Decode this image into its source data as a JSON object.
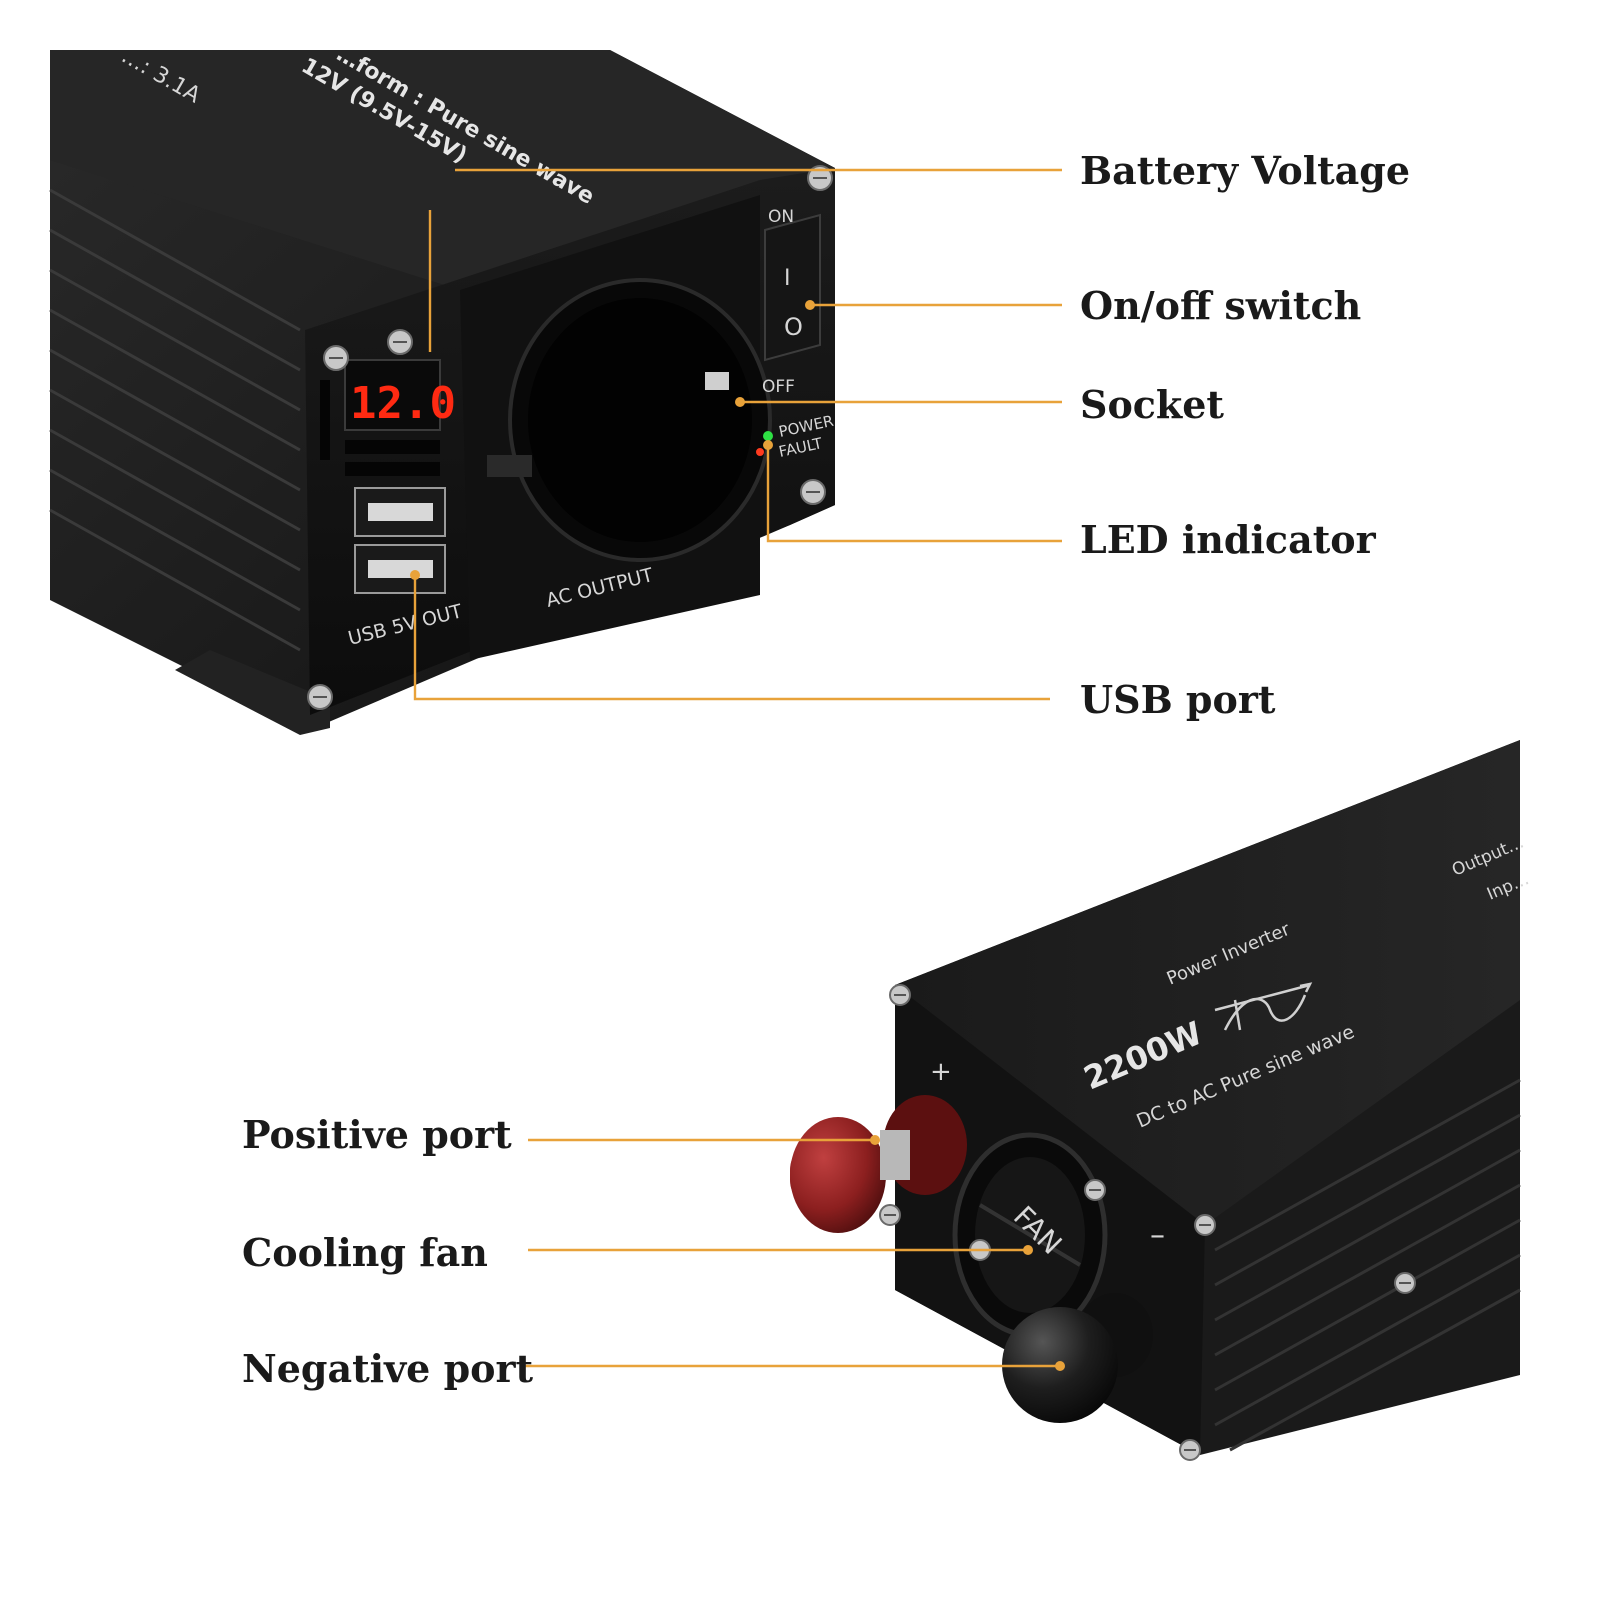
{
  "top_device": {
    "printed_text": {
      "spec_current": "…: 3.1A",
      "spec_waveform": "…form :  Pure sine wave",
      "spec_input": "12V (9.5V-15V)",
      "display_value": "12.0",
      "switch_on": "ON",
      "switch_on_symbol": "I",
      "switch_off_symbol": "O",
      "switch_off": "OFF",
      "led_power": "POWER",
      "led_fault": "FAULT",
      "usb_label": "USB  5V  OUT",
      "ac_label": "AC  OUTPUT"
    },
    "colors": {
      "body": "#1d1d1d",
      "display_digits": "#ff2a12",
      "led_power": "#2ee044",
      "led_fault": "#ff3b1f"
    }
  },
  "bottom_device": {
    "printed_text": {
      "brand_line": "Power Inverter",
      "wattage": "2200W",
      "subtitle": "DC to AC Pure sine wave",
      "positive_mark": "+",
      "negative_mark": "–",
      "fan_label": "FAN",
      "side_output": "Output…",
      "side_input": "Inp…"
    },
    "colors": {
      "body": "#1b1b1b",
      "positive_terminal": "#8c1f1f",
      "negative_terminal": "#141414"
    }
  },
  "callouts": {
    "battery_voltage": "Battery Voltage",
    "onoff_switch": "On/off switch",
    "socket": "Socket",
    "led_indicator": "LED indicator",
    "usb_port": "USB port",
    "positive_port": "Positive port",
    "cooling_fan": "Cooling fan",
    "negative_port": "Negative port"
  },
  "style": {
    "leader_color": "#e8a23a",
    "label_color": "#1a1a1a",
    "background": "#ffffff"
  }
}
